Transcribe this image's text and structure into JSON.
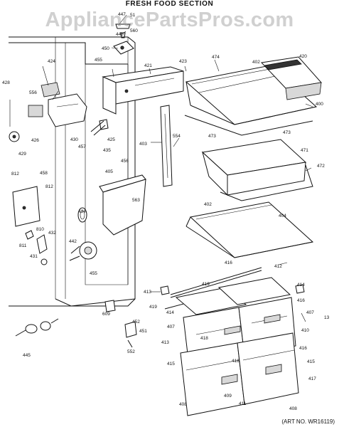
{
  "header": {
    "section_title": "FRESH FOOD SECTION",
    "watermark": "AppliancePartsPros.com",
    "art_number": "(ART NO. WR16119)"
  },
  "callouts": [
    "447",
    "51",
    "560",
    "448",
    "450",
    "455",
    "421",
    "423",
    "474",
    "402",
    "420",
    "424",
    "556",
    "428",
    "426",
    "429",
    "430",
    "457",
    "425",
    "435",
    "403",
    "554",
    "400",
    "473",
    "473",
    "471",
    "472",
    "458",
    "456",
    "405",
    "812",
    "812",
    "810",
    "811",
    "432",
    "431",
    "434",
    "442",
    "563",
    "402",
    "404",
    "412",
    "416",
    "455",
    "609",
    "413",
    "419",
    "419",
    "414",
    "414",
    "13",
    "416",
    "407",
    "418",
    "407",
    "410",
    "452",
    "451",
    "552",
    "413",
    "445",
    "416",
    "418",
    "415",
    "415",
    "417",
    "408",
    "409",
    "411",
    "408"
  ]
}
